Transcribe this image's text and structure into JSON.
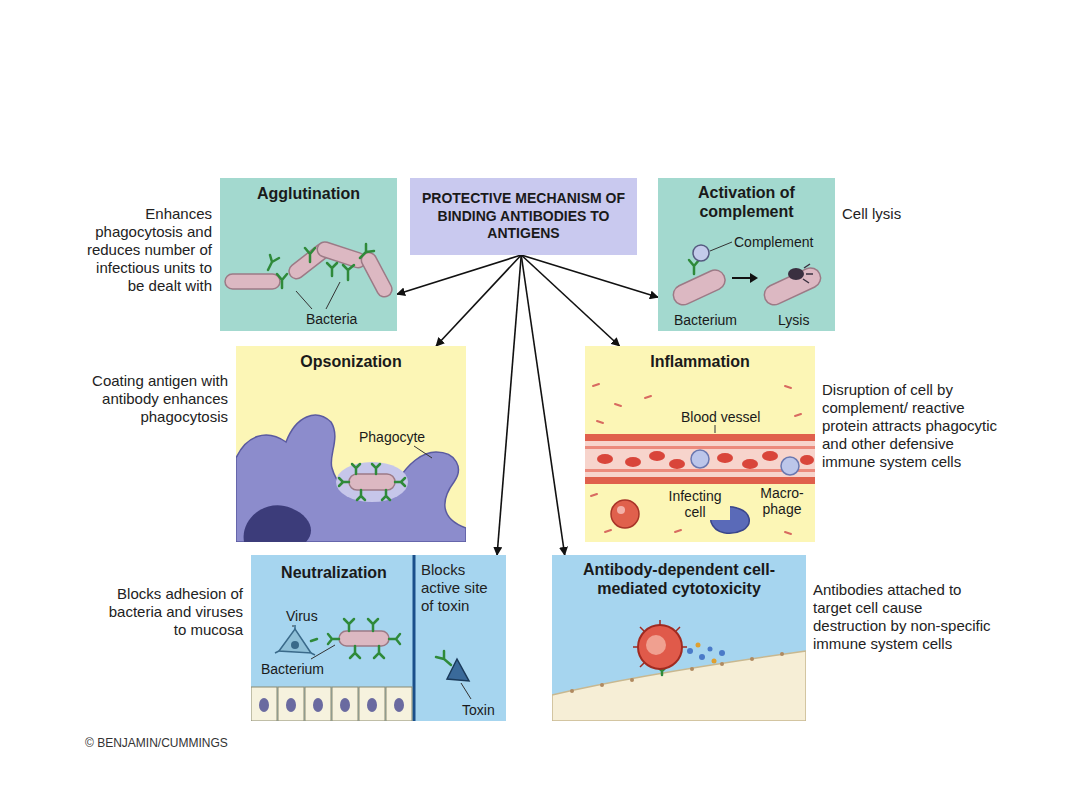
{
  "diagram": {
    "nodes": [
      {
        "text": [
          "Agglutination",
          "Enhances phagocytosis and reduces number of infectious units to be dealt with"
        ]
      },
      {
        "text": [
          "PROTECTIVE MECHANISM OF BINDING ANTIBODIES TO ANTIGENS"
        ]
      },
      {
        "text": [
          "Activation of complement",
          "Cell lysis"
        ]
      },
      {
        "text": [
          "Opsonization",
          "Coating antigen with antibody enhances phagocytosis"
        ]
      },
      {
        "text": [
          "Inflammation",
          "Disruption of cell by complement/ reactive protein attracts phagocytic and other defensive immune system cells"
        ]
      },
      {
        "text": [
          "Neutralization",
          "Blocks adhesion of bacteria and viruses to mucosa",
          "Blocks active site of toxin"
        ]
      },
      {
        "text": [
          "Antibody-dependent cell-mediated cytotoxicity",
          "Antibodies attached to target cell cause destruction by non-specific immune system cells"
        ]
      }
    ],
    "edges": [
      {
        "from": 1,
        "to": 0,
        "arrow": "to"
      },
      {
        "from": 1,
        "to": 2,
        "arrow": "to"
      },
      {
        "from": 1,
        "to": 3,
        "arrow": "to"
      },
      {
        "from": 1,
        "to": 4,
        "arrow": "to"
      },
      {
        "from": 1,
        "to": 5,
        "arrow": "to"
      },
      {
        "from": 1,
        "to": 6,
        "arrow": "to"
      }
    ],
    "labels": [
      "Bacteria",
      "Complement",
      "Bacterium",
      "Lysis",
      "Phagocyte",
      "Blood vessel",
      "Infecting cell",
      "Macro- phage",
      "Virus",
      "Bacterium",
      "Toxin",
      "© BENJAMIN/CUMMINGS"
    ]
  }
}
